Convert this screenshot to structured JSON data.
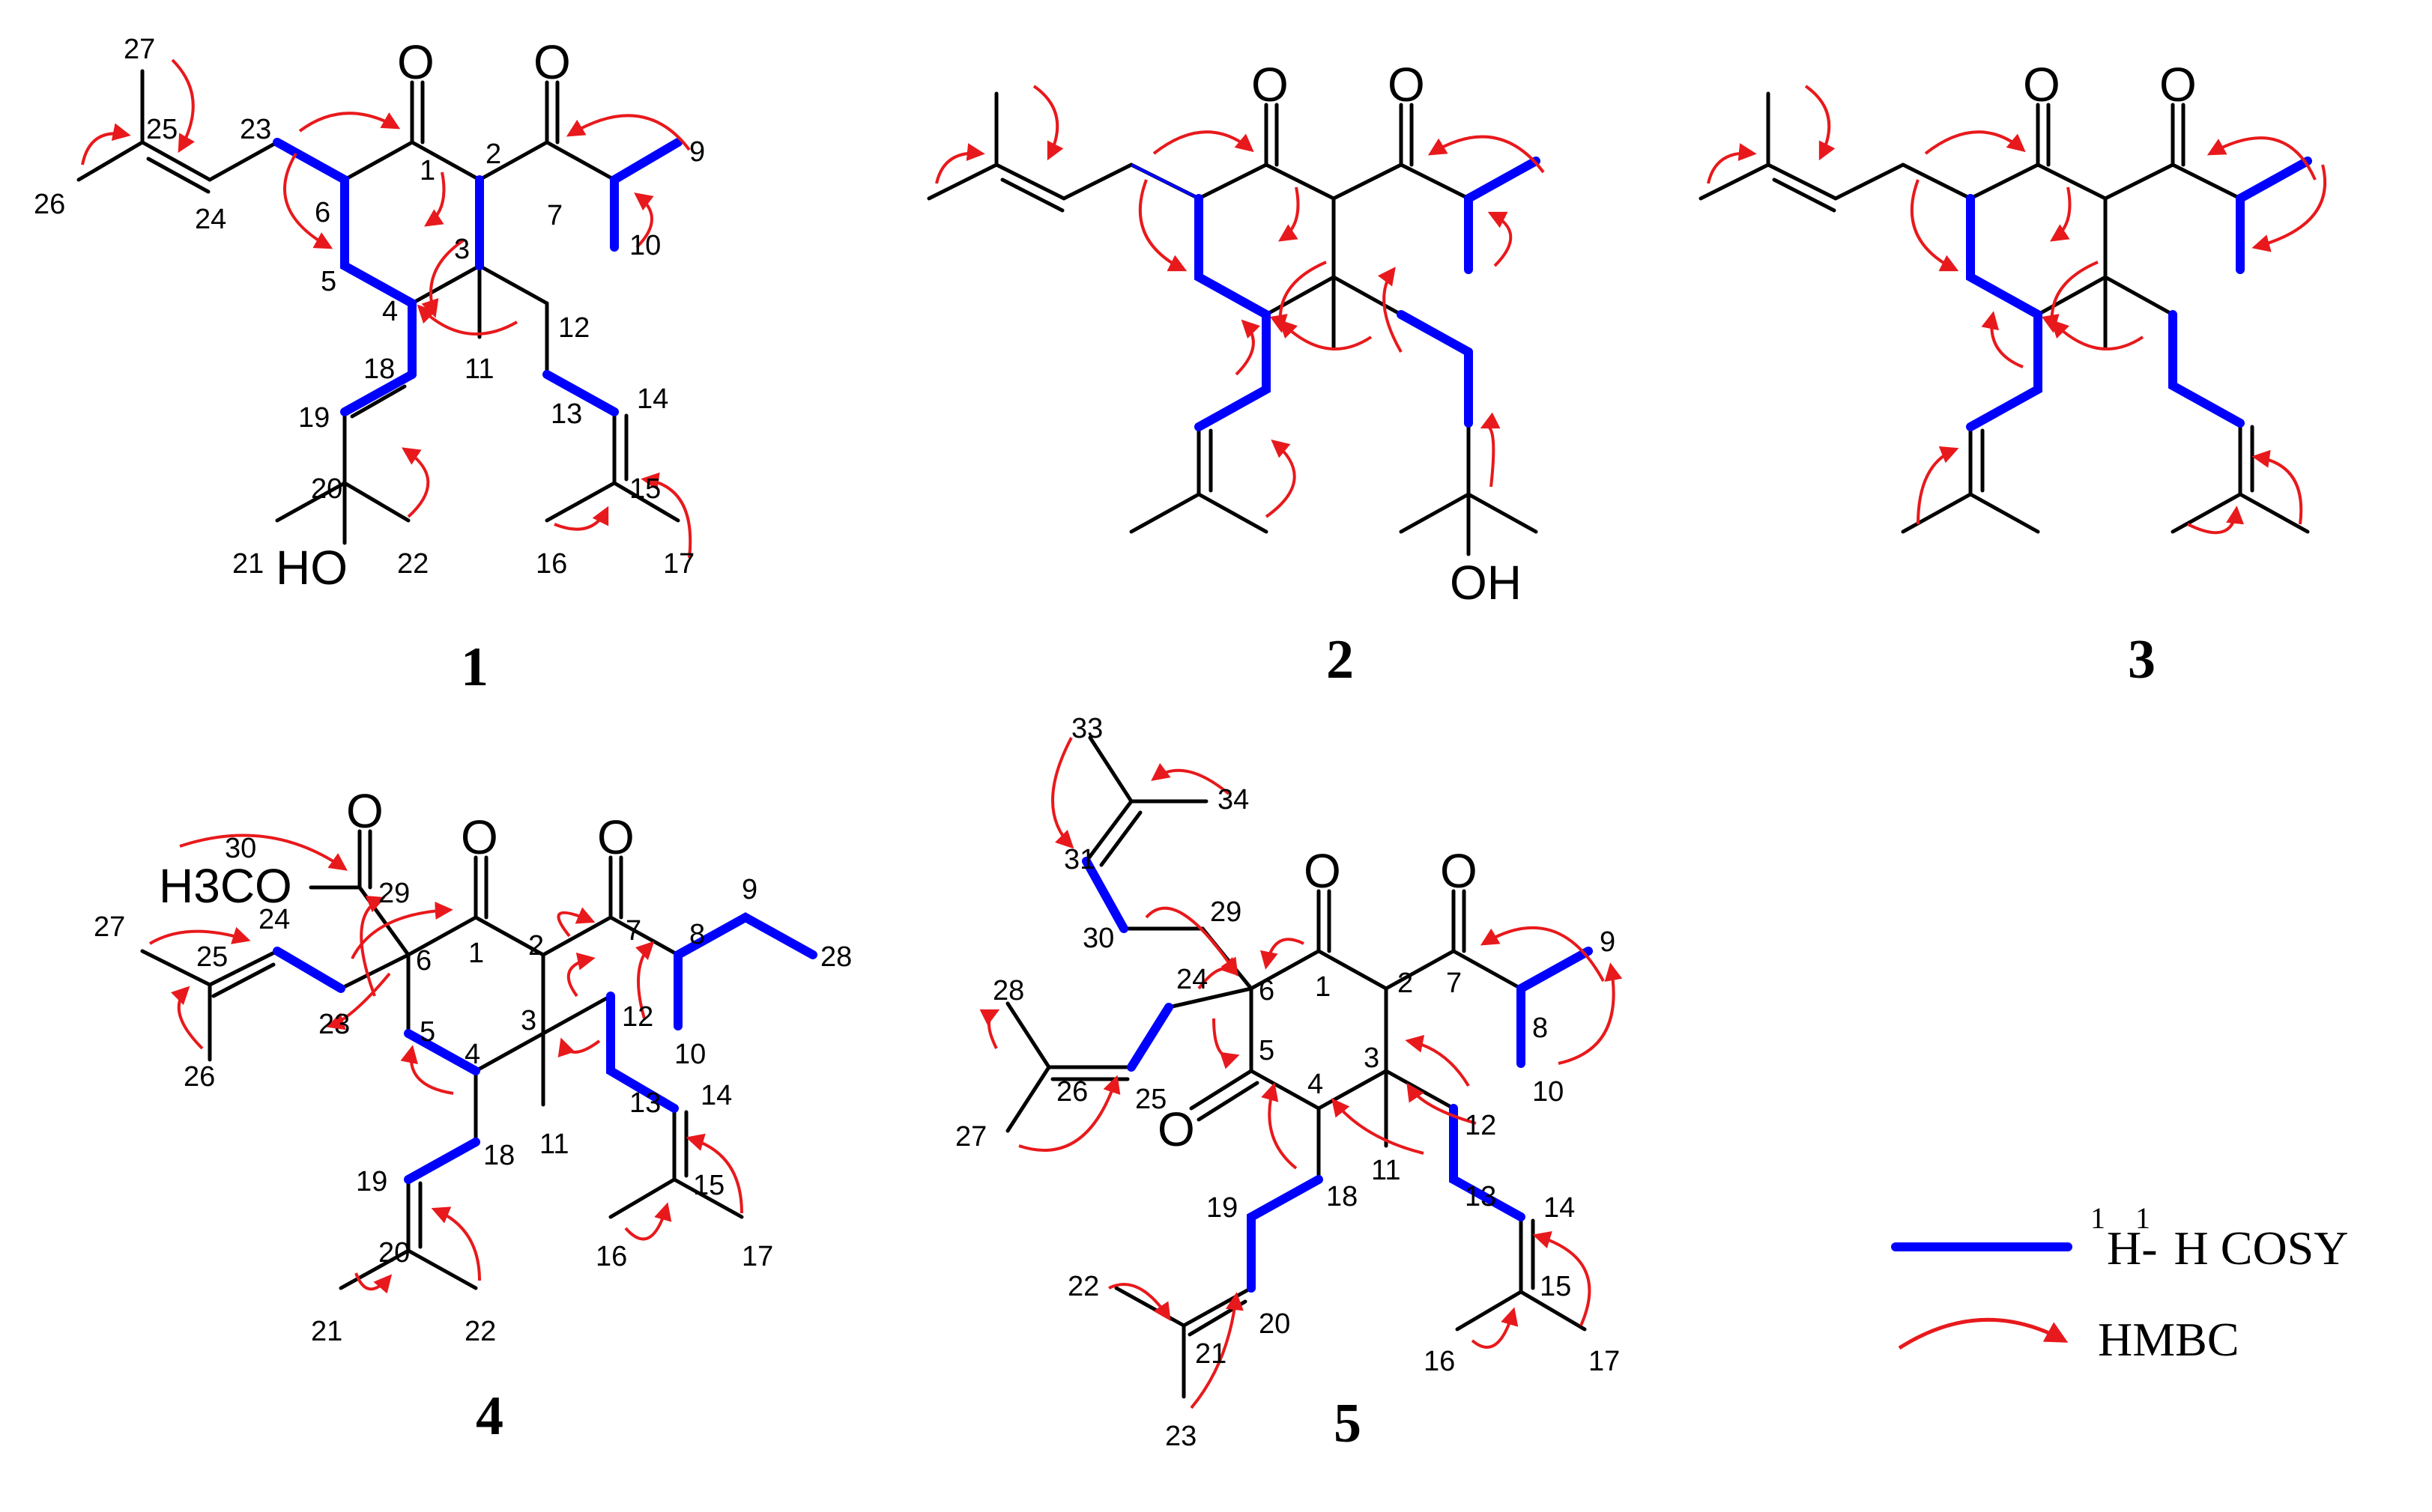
{
  "legend": {
    "cosy_label": "H-H COSY",
    "cosy_sup1": "1",
    "cosy_sup2": "1",
    "hmbc_label": "HMBC"
  },
  "colors": {
    "cosy": "#0000ff",
    "hmbc": "#e8191c",
    "bond": "#000000"
  },
  "compounds": [
    {
      "id": "1",
      "atom_labels": [
        "O",
        "O",
        "HO"
      ],
      "numbers": [
        "1",
        "2",
        "3",
        "4",
        "5",
        "6",
        "7",
        "9",
        "10",
        "11",
        "12",
        "13",
        "14",
        "15",
        "16",
        "17",
        "18",
        "19",
        "20",
        "21",
        "22",
        "23",
        "24",
        "25",
        "26",
        "27"
      ]
    },
    {
      "id": "2",
      "atom_labels": [
        "O",
        "O",
        "OH"
      ],
      "numbers": []
    },
    {
      "id": "3",
      "atom_labels": [
        "O",
        "O"
      ],
      "numbers": []
    },
    {
      "id": "4",
      "atom_labels": [
        "O",
        "O",
        "O",
        "H3CO"
      ],
      "numbers": [
        "1",
        "2",
        "3",
        "4",
        "5",
        "6",
        "7",
        "8",
        "9",
        "10",
        "11",
        "12",
        "13",
        "14",
        "15",
        "16",
        "17",
        "18",
        "19",
        "20",
        "21",
        "22",
        "23",
        "24",
        "25",
        "26",
        "27",
        "28",
        "29",
        "30"
      ]
    },
    {
      "id": "5",
      "atom_labels": [
        "O",
        "O",
        "O"
      ],
      "numbers": [
        "1",
        "2",
        "3",
        "4",
        "5",
        "6",
        "7",
        "8",
        "9",
        "10",
        "11",
        "12",
        "13",
        "14",
        "15",
        "16",
        "17",
        "18",
        "19",
        "20",
        "21",
        "22",
        "23",
        "24",
        "25",
        "26",
        "27",
        "28",
        "29",
        "30",
        "31",
        "33",
        "34"
      ]
    }
  ]
}
